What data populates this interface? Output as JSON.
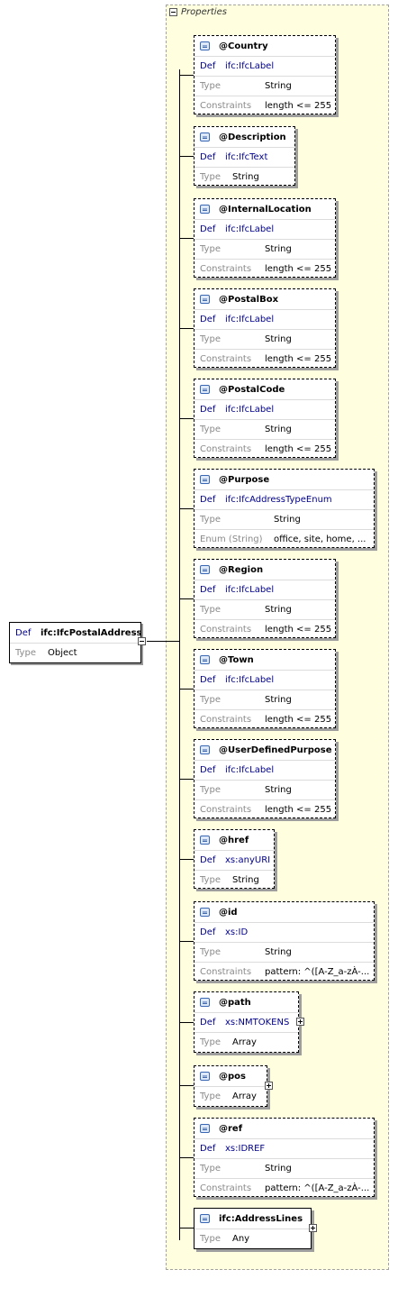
{
  "properties_label": "Properties",
  "root": {
    "def_label": "Def",
    "name": "ifc:IfcPostalAddress",
    "type_label": "Type",
    "type_value": "Object"
  },
  "attrs": [
    {
      "name": "@Country",
      "def_label": "Def",
      "def": "ifc:IfcLabel",
      "type_label": "Type",
      "type": "String",
      "c_label": "Constraints",
      "c": "length <= 255"
    },
    {
      "name": "@Description",
      "def_label": "Def",
      "def": "ifc:IfcText",
      "type_label": "Type",
      "type": "String"
    },
    {
      "name": "@InternalLocation",
      "def_label": "Def",
      "def": "ifc:IfcLabel",
      "type_label": "Type",
      "type": "String",
      "c_label": "Constraints",
      "c": "length <= 255"
    },
    {
      "name": "@PostalBox",
      "def_label": "Def",
      "def": "ifc:IfcLabel",
      "type_label": "Type",
      "type": "String",
      "c_label": "Constraints",
      "c": "length <= 255"
    },
    {
      "name": "@PostalCode",
      "def_label": "Def",
      "def": "ifc:IfcLabel",
      "type_label": "Type",
      "type": "String",
      "c_label": "Constraints",
      "c": "length <= 255"
    },
    {
      "name": "@Purpose",
      "def_label": "Def",
      "def": "ifc:IfcAddressTypeEnum",
      "type_label": "Type",
      "type": "String",
      "c_label": "Enum (String)",
      "c": "office, site, home, ..."
    },
    {
      "name": "@Region",
      "def_label": "Def",
      "def": "ifc:IfcLabel",
      "type_label": "Type",
      "type": "String",
      "c_label": "Constraints",
      "c": "length <= 255"
    },
    {
      "name": "@Town",
      "def_label": "Def",
      "def": "ifc:IfcLabel",
      "type_label": "Type",
      "type": "String",
      "c_label": "Constraints",
      "c": "length <= 255"
    },
    {
      "name": "@UserDefinedPurpose",
      "def_label": "Def",
      "def": "ifc:IfcLabel",
      "type_label": "Type",
      "type": "String",
      "c_label": "Constraints",
      "c": "length <= 255"
    },
    {
      "name": "@href",
      "def_label": "Def",
      "def": "xs:anyURI",
      "type_label": "Type",
      "type": "String"
    },
    {
      "name": "@id",
      "def_label": "Def",
      "def": "xs:ID",
      "type_label": "Type",
      "type": "String",
      "c_label": "Constraints",
      "c": "pattern: ^([A-Z_a-zÀ-..."
    },
    {
      "name": "@path",
      "def_label": "Def",
      "def": "xs:NMTOKENS",
      "type_label": "Type",
      "type": "Array"
    },
    {
      "name": "@pos",
      "type_label": "Type",
      "type": "Array"
    },
    {
      "name": "@ref",
      "def_label": "Def",
      "def": "xs:IDREF",
      "type_label": "Type",
      "type": "String",
      "c_label": "Constraints",
      "c": "pattern: ^([A-Z_a-zÀ-..."
    },
    {
      "name": "ifc:AddressLines",
      "type_label": "Type",
      "type": "Any"
    }
  ]
}
